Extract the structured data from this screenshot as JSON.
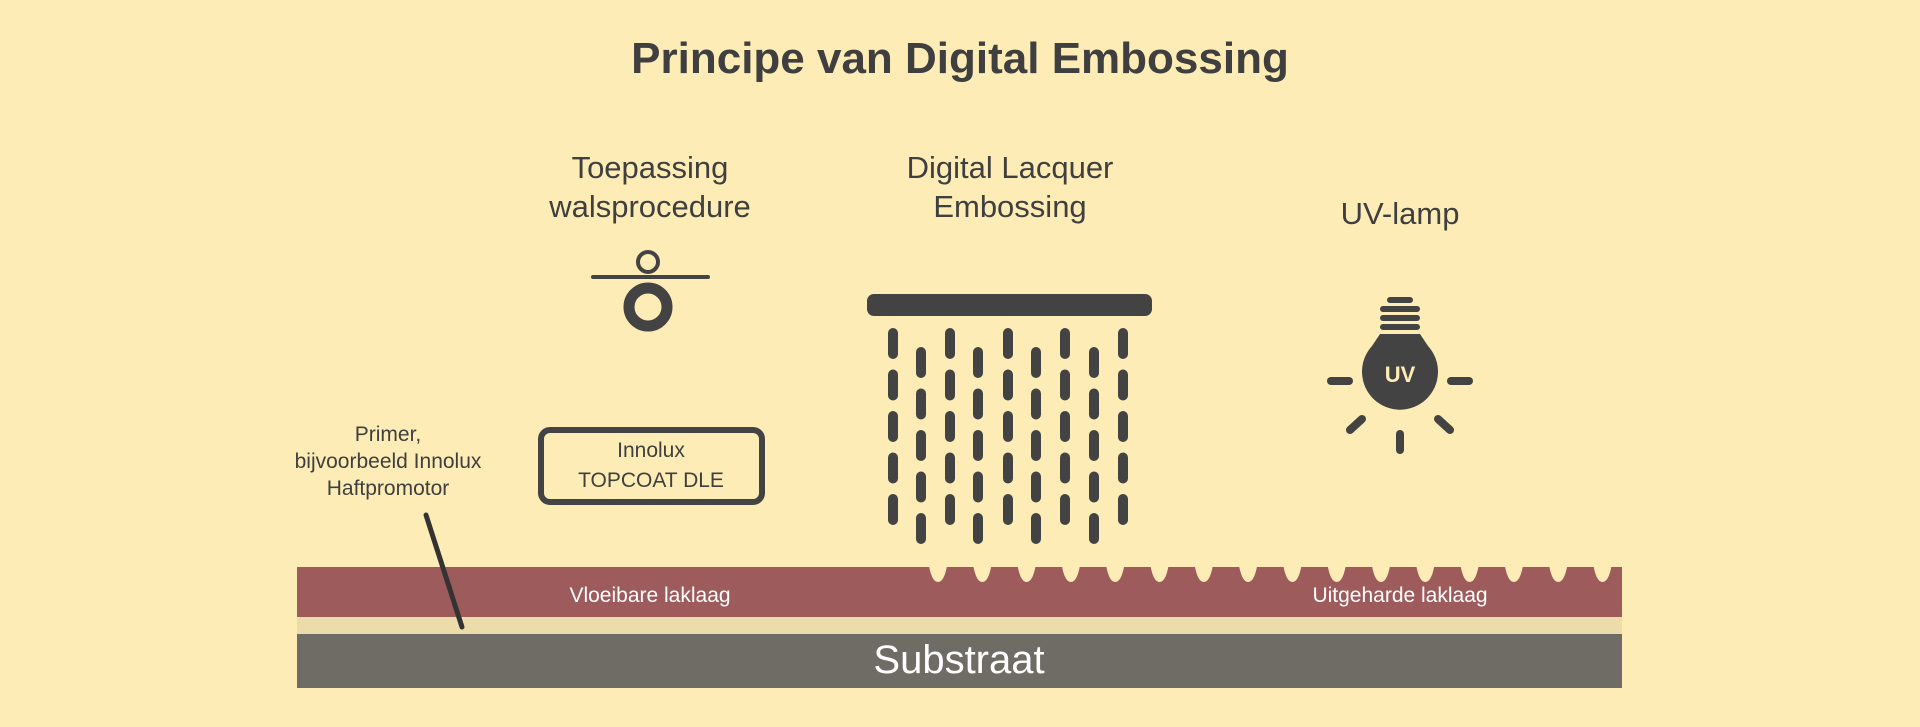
{
  "title": "Principe van Digital Embossing",
  "steps": {
    "roller": {
      "line1": "Toepassing",
      "line2": "walsprocedure"
    },
    "dle": {
      "line1": "Digital Lacquer",
      "line2": "Embossing"
    },
    "uv": {
      "label": "UV-lamp",
      "bulb_text": "UV"
    }
  },
  "product_box": {
    "line1": "Innolux",
    "line2": "TOPCOAT DLE"
  },
  "primer": {
    "line1": "Primer,",
    "line2": "bijvoorbeeld Innolux",
    "line3": "Haftpromotor"
  },
  "layers": {
    "liquid": "Vloeibare laklaag",
    "cured": "Uitgeharde laklaag",
    "substrate": "Substraat"
  },
  "colors": {
    "background": "#fdecb5",
    "dark": "#434343",
    "lacquer": "#9e5b5c",
    "primer": "#ecdcaa",
    "substrate": "#6f6c66"
  }
}
